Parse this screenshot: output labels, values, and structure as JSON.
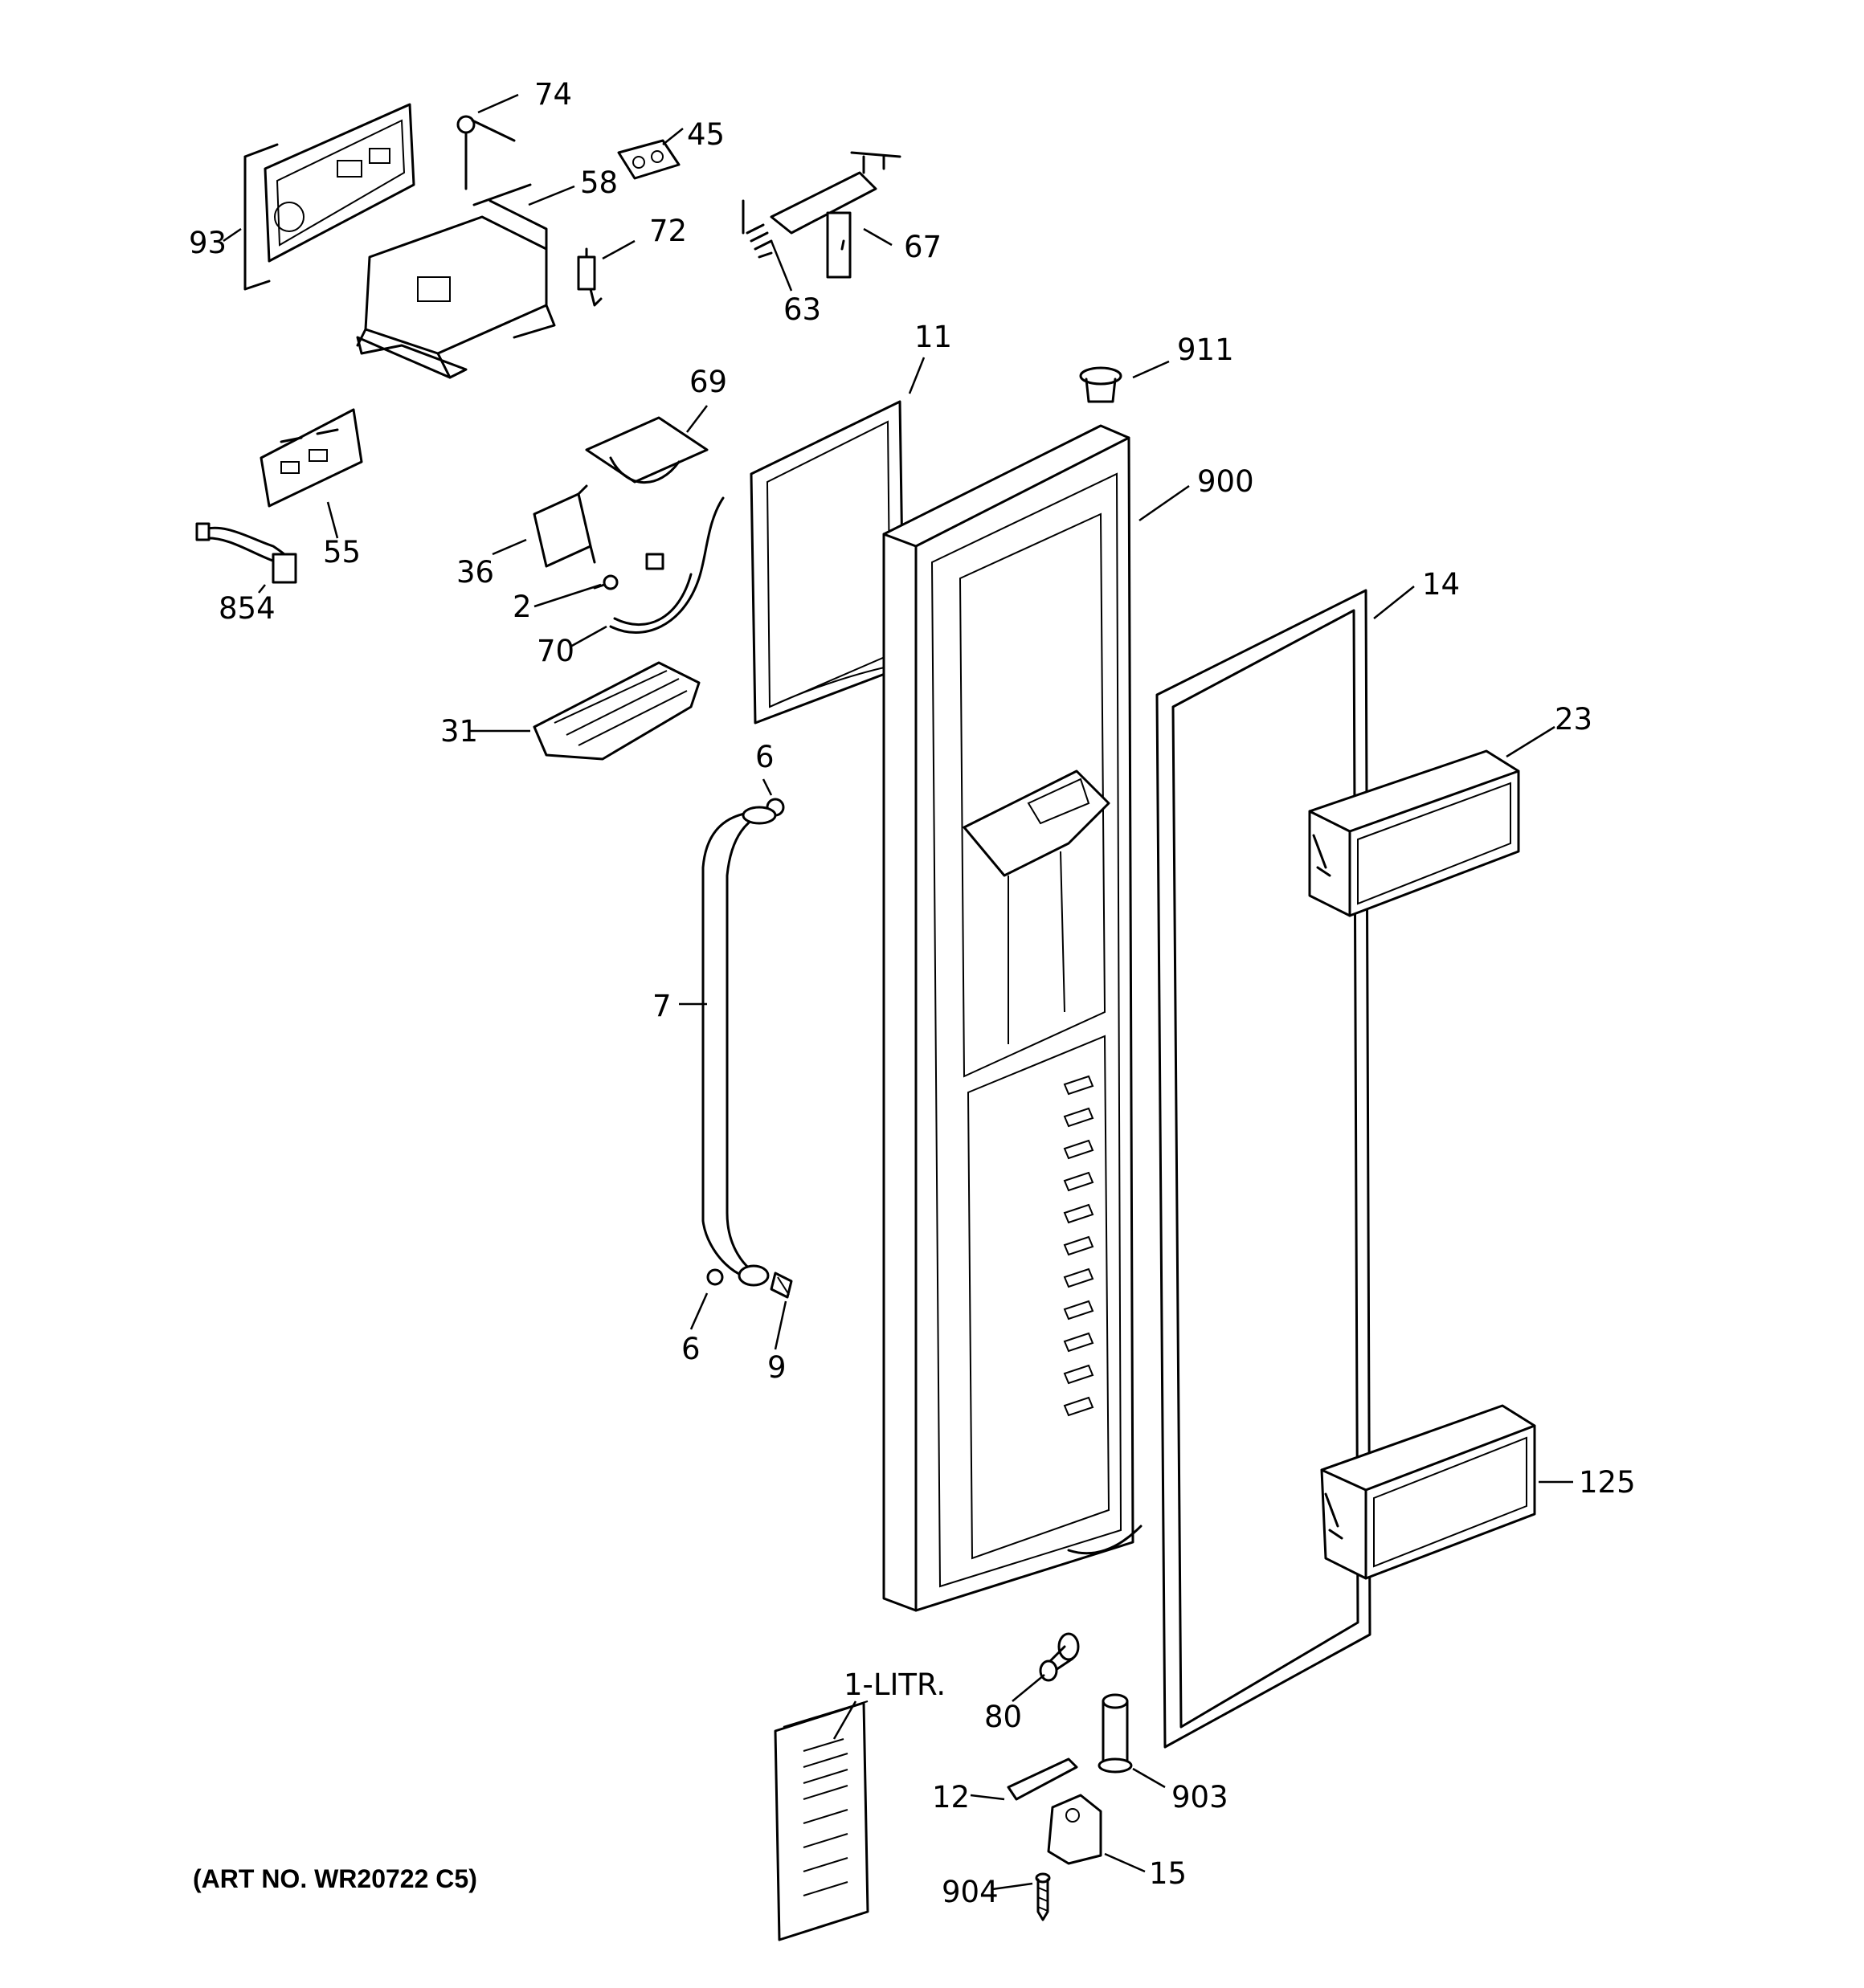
{
  "art_number": "(ART NO. WR20722 C5)",
  "labels": {
    "p74": "74",
    "p45": "45",
    "p58": "58",
    "p93": "93",
    "p72": "72",
    "p67": "67",
    "p63": "63",
    "p11": "11",
    "p911": "911",
    "p69": "69",
    "p900": "900",
    "p55": "55",
    "p36": "36",
    "p854": "854",
    "p2": "2",
    "p70": "70",
    "p14": "14",
    "p31": "31",
    "p23": "23",
    "p6a": "6",
    "p7": "7",
    "p6b": "6",
    "p9": "9",
    "p125": "125",
    "p1litr": "1-LITR.",
    "p80": "80",
    "p12": "12",
    "p903": "903",
    "p904": "904",
    "p15": "15"
  }
}
